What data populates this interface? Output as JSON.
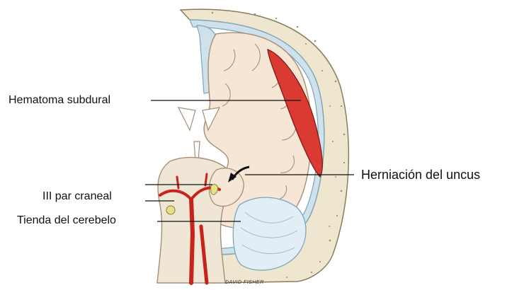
{
  "labels": {
    "hematoma": "Hematoma subdural",
    "uncus": "Herniación del uncus",
    "par_craneal": "III par craneal",
    "tienda": "Tienda del cerebelo"
  },
  "credit": "DAVID FISHER",
  "colors": {
    "skull": "#efe6cf",
    "skull_dots": "#9c8f6f",
    "brain": "#f6e6d6",
    "brain_outline": "#a58e78",
    "dura": "#9fc4d6",
    "hematoma": "#d93a32",
    "artery": "#c8231b",
    "tentorium": "#e2edf5",
    "nerve": "#e9e08a",
    "leader": "#111111"
  }
}
